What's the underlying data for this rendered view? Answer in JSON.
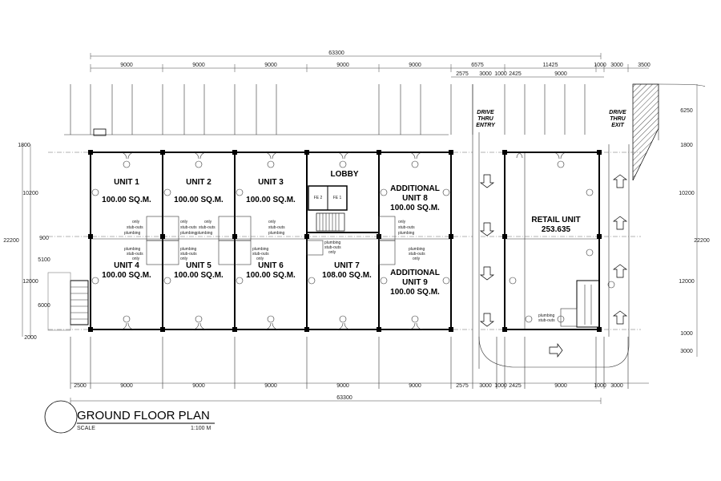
{
  "drawing": {
    "title": "GROUND FLOOR PLAN",
    "scale_label": "SCALE",
    "scale_value": "1:100 M"
  },
  "units": [
    {
      "name": "UNIT 1",
      "area": "100.00 SQ.M."
    },
    {
      "name": "UNIT 2",
      "area": "100.00 SQ.M."
    },
    {
      "name": "UNIT 3",
      "area": "100.00 SQ.M."
    },
    {
      "name": "UNIT 4",
      "area": "100.00 SQ.M."
    },
    {
      "name": "UNIT 5",
      "area": "100.00 SQ.M."
    },
    {
      "name": "UNIT 6",
      "area": "100.00 SQ.M."
    },
    {
      "name": "UNIT 7",
      "area": "108.00 SQ.M."
    }
  ],
  "additional_units": [
    {
      "line1": "ADDITIONAL",
      "line2": "UNIT 8",
      "area": "100.00 SQ.M."
    },
    {
      "line1": "ADDITIONAL",
      "line2": "UNIT 9",
      "area": "100.00 SQ.M."
    }
  ],
  "lobby": "LOBBY",
  "retail": {
    "name": "RETAIL UNIT",
    "area": "253.635"
  },
  "drive_entry": [
    "DRIVE",
    "THRU",
    "ENTRY"
  ],
  "drive_exit": [
    "DRIVE",
    "THRU",
    "EXIT"
  ],
  "fe_labels": [
    "FE 2",
    "FE 1"
  ],
  "fixtures": {
    "plumbing": "plumbing",
    "stub_outs": "stub-outs",
    "only": "only"
  },
  "dimensions": {
    "overall": "63300",
    "bay": "9000",
    "top_row": [
      "9000",
      "9000",
      "9000",
      "9000",
      "9000",
      "6575",
      "11425",
      "1000",
      "3000",
      "3500"
    ],
    "top_sub": [
      "2575",
      "3000",
      "1000",
      "2425",
      "9000"
    ],
    "bottom_row": [
      "2500",
      "9000",
      "9000",
      "9000",
      "9000",
      "9000",
      "2575",
      "3000",
      "1000",
      "2425",
      "9000",
      "1000",
      "3000"
    ],
    "left": [
      "1800",
      "10200",
      "22200",
      "900",
      "5100",
      "12000",
      "6000",
      "2000"
    ],
    "right": [
      "6250",
      "1800",
      "10200",
      "22200",
      "12000",
      "1000",
      "3000"
    ]
  }
}
